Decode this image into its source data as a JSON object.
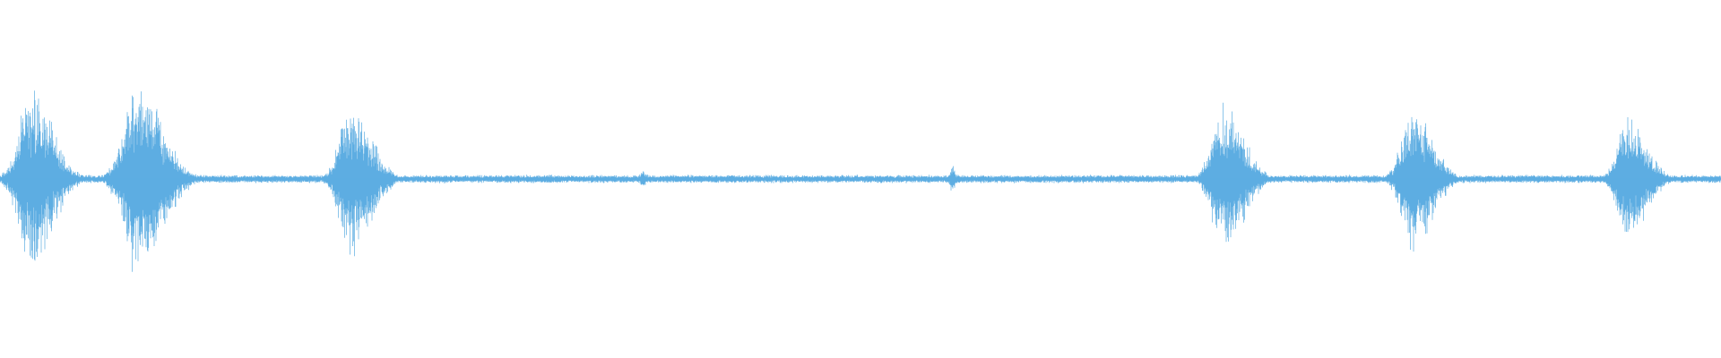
{
  "waveform": {
    "color": "#5dade2",
    "background": "#ffffff",
    "baseline_amplitude": 0.02,
    "noise_amplitude": 0.012,
    "bursts": [
      {
        "center": 0.018,
        "width": 0.013,
        "amplitude": 0.7
      },
      {
        "center": 0.08,
        "width": 0.015,
        "amplitude": 0.76
      },
      {
        "center": 0.204,
        "width": 0.012,
        "amplitude": 0.63
      },
      {
        "center": 0.373,
        "width": 0.003,
        "amplitude": 0.07
      },
      {
        "center": 0.4,
        "width": 0.003,
        "amplitude": 0.04
      },
      {
        "center": 0.553,
        "width": 0.002,
        "amplitude": 0.12
      },
      {
        "center": 0.711,
        "width": 0.012,
        "amplitude": 0.6
      },
      {
        "center": 0.821,
        "width": 0.012,
        "amplitude": 0.57
      },
      {
        "center": 0.946,
        "width": 0.011,
        "amplitude": 0.53
      }
    ]
  }
}
